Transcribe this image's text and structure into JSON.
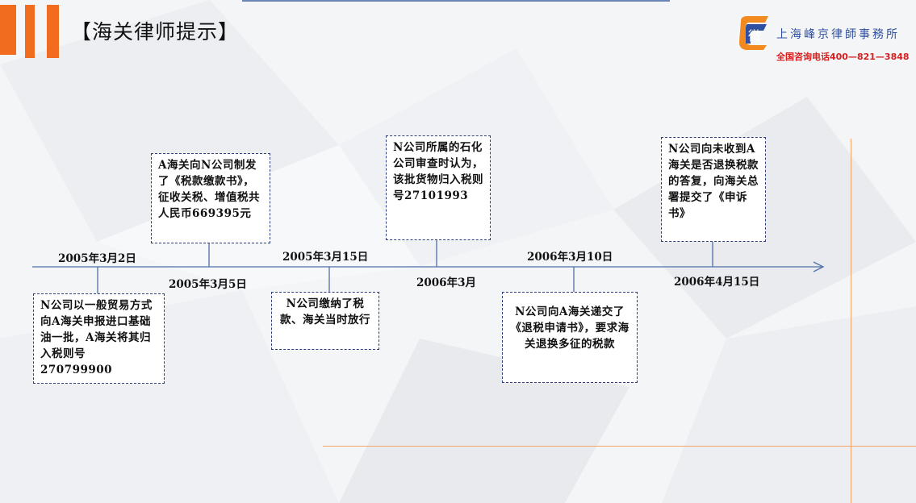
{
  "header": {
    "title": "【海关律师提示】"
  },
  "logo": {
    "mark_text": "微",
    "firm_name": "上海峰京律師事務所",
    "hotline": "全国咨询电话400—821—3848"
  },
  "timeline": {
    "events": [
      {
        "date": "2005年3月2日",
        "text": "N公司以一般贸易方式向A海关申报进口基础油一批，A海关将其归入税则号270799900"
      },
      {
        "date": "2005年3月5日",
        "text": "A海关向N公司制发了《税款缴款书》，征收关税、增值税共人民币669395元"
      },
      {
        "date": "2005年3月15日",
        "text": "N公司缴纳了税款、海关当时放行"
      },
      {
        "date": "2006年3月",
        "text": "N公司所属的石化公司审查时认为，该批货物归入税则号27101993"
      },
      {
        "date": "2006年3月10日",
        "text": "N公司向A海关递交了《退税申请书》，要求海关退换多征的税款"
      },
      {
        "date": "2006年4月15日",
        "text": "N公司向未收到A海关是否退换税款的答复，向海关总署提交了《申诉书》"
      }
    ]
  }
}
